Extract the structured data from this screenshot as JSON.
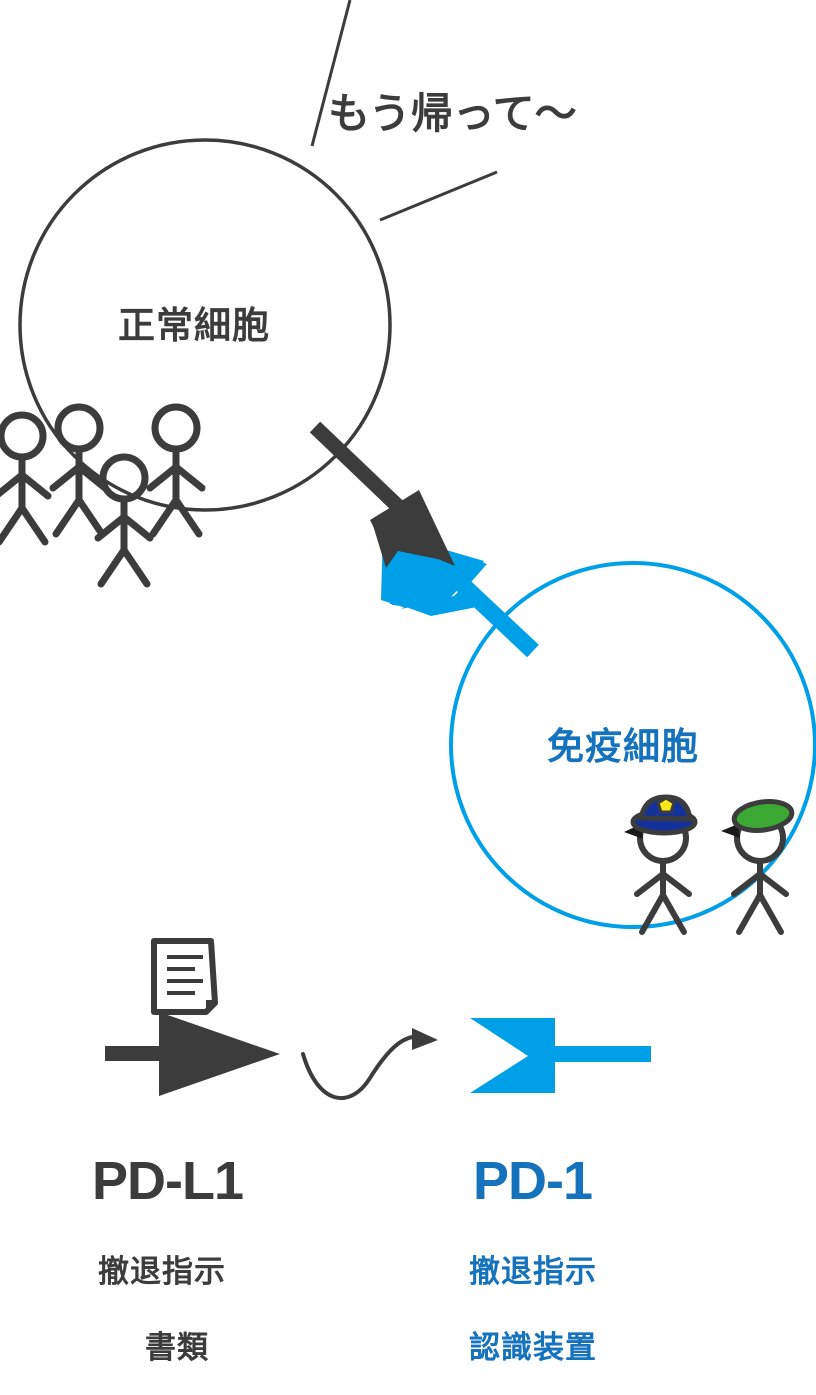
{
  "diagram": {
    "title_semantics": "PD-L1 / PD-1 immune checkpoint illustration",
    "colors": {
      "dark": "#3c3c3c",
      "cyan": "#00a0e9",
      "blue_text": "#1572bc",
      "hat_blue": "#14329b",
      "hat_green": "#3aa832",
      "badge_yellow": "#fbe819",
      "background": "#ffffff"
    }
  },
  "speech": {
    "text": "もう帰って〜"
  },
  "normal_cell": {
    "label": "正常細胞",
    "figure_count": 4
  },
  "immune_cell": {
    "label": "免疫細胞",
    "figure_count": 2,
    "officers": [
      {
        "hat": "police-cap-blue",
        "badge": "star-badge-yellow"
      },
      {
        "hat": "police-cap-green",
        "badge": "none"
      }
    ]
  },
  "legend": {
    "left": {
      "title": "PD-L1",
      "sub1": "撤退指示",
      "sub2": "書類",
      "icon": "document-icon",
      "arrow": "solid-arrow-right-dark"
    },
    "right": {
      "title": "PD-1",
      "sub1": "撤退指示",
      "sub2": "認識装置",
      "icon": "receptor-icon",
      "arrow": "receptor-notch-cyan"
    },
    "connector": "wavy-arrow"
  }
}
